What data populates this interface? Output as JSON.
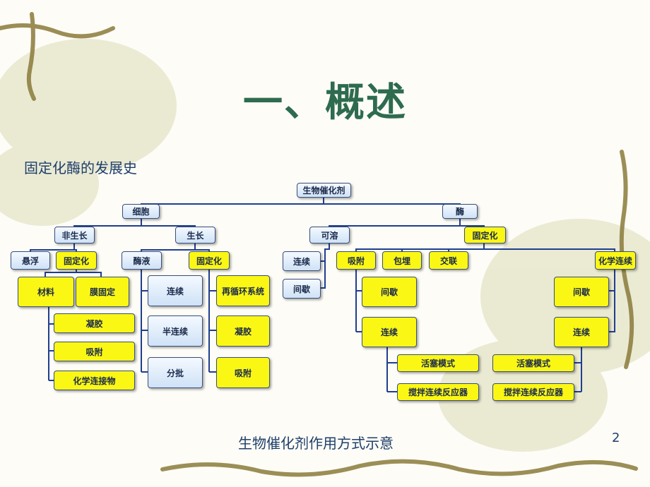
{
  "slide": {
    "title": "一、概述",
    "subtitle": "固定化酶的发展史",
    "caption": "生物催化剂作用方式示意",
    "page_number": "2"
  },
  "diagram": {
    "root": "生物催化剂",
    "cell": "细胞",
    "enzyme": "酶",
    "non_growth": "非生长",
    "growth": "生长",
    "soluble": "可溶",
    "immobilized_enzyme": "固定化",
    "suspension": "悬浮",
    "immobilized_ng": "固定化",
    "broth": "酶液",
    "immobilized_g": "固定化",
    "continuous_sol": "连续",
    "batch_sol": "间歇",
    "adsorption": "吸附",
    "entrapment": "包埋",
    "crosslink": "交联",
    "covalent": "化学连续",
    "material": "材料",
    "membrane": "膜固定",
    "gel_ng": "凝胶",
    "adsorb_ng": "吸附",
    "chem_link_ng": "化学连接物",
    "continuous_broth": "连续",
    "semi_continuous": "半连续",
    "batch_broth": "分批",
    "recycle": "再循环系统",
    "gel_g": "凝胶",
    "adsorb_g": "吸附",
    "adsorb_batch": "间歇",
    "adsorb_continuous": "连续",
    "adsorb_plug": "活塞模式",
    "adsorb_stirred": "搅拌连续反应器",
    "cov_batch": "间歇",
    "cov_continuous": "连续",
    "cov_plug": "活塞模式",
    "cov_stirred": "搅拌连续反应器"
  },
  "colors": {
    "title": "#2e6b4f",
    "text": "#1f3f6b",
    "line": "#1f3f8f",
    "yellow_box": "#fbf714",
    "blue_box": "#cfe2f7"
  }
}
